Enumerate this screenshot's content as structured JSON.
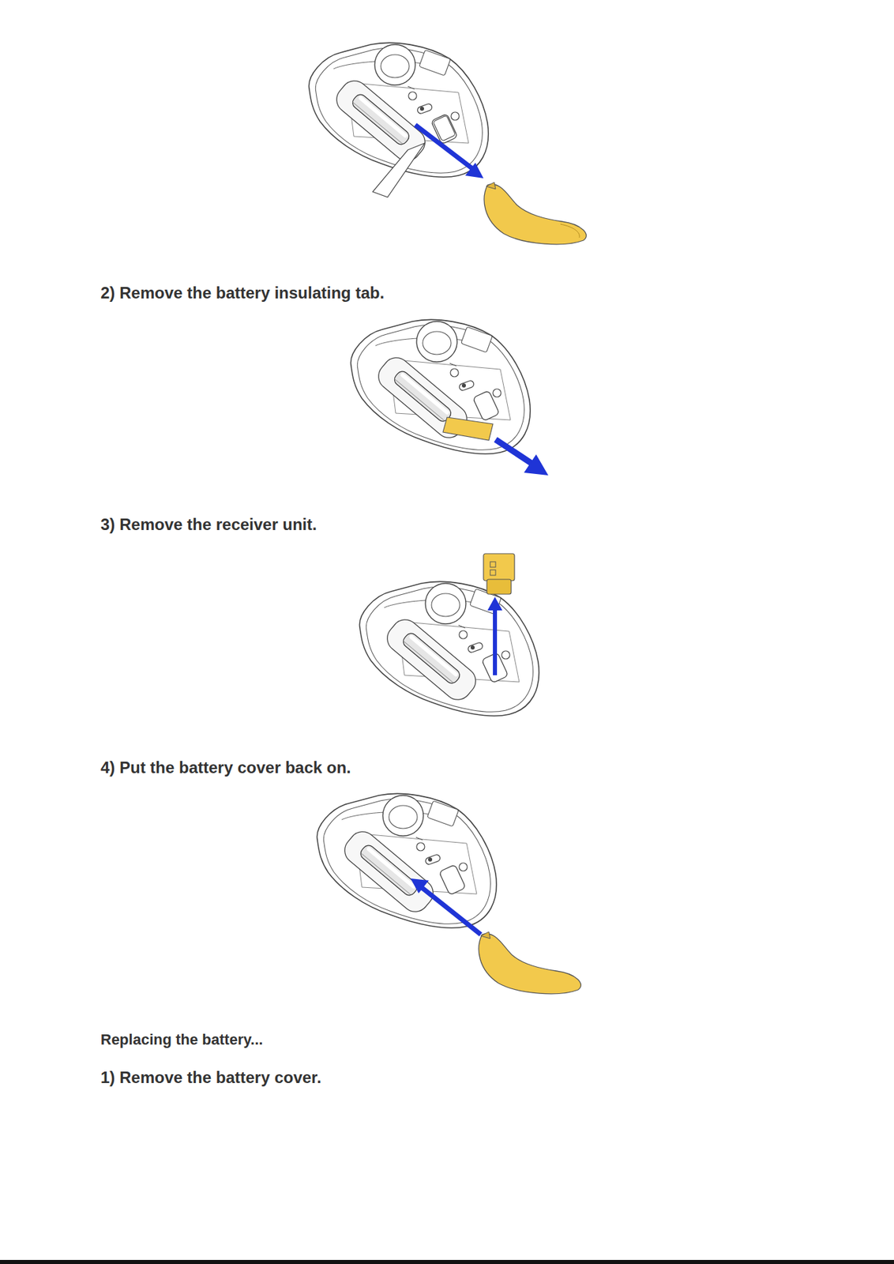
{
  "diagram": {
    "labels": [
      "2) Remove the battery insulating tab.",
      "3) Remove the receiver unit.",
      "4) Put the battery cover back on.",
      "Replacing the battery...",
      "1) Remove the battery cover."
    ]
  }
}
